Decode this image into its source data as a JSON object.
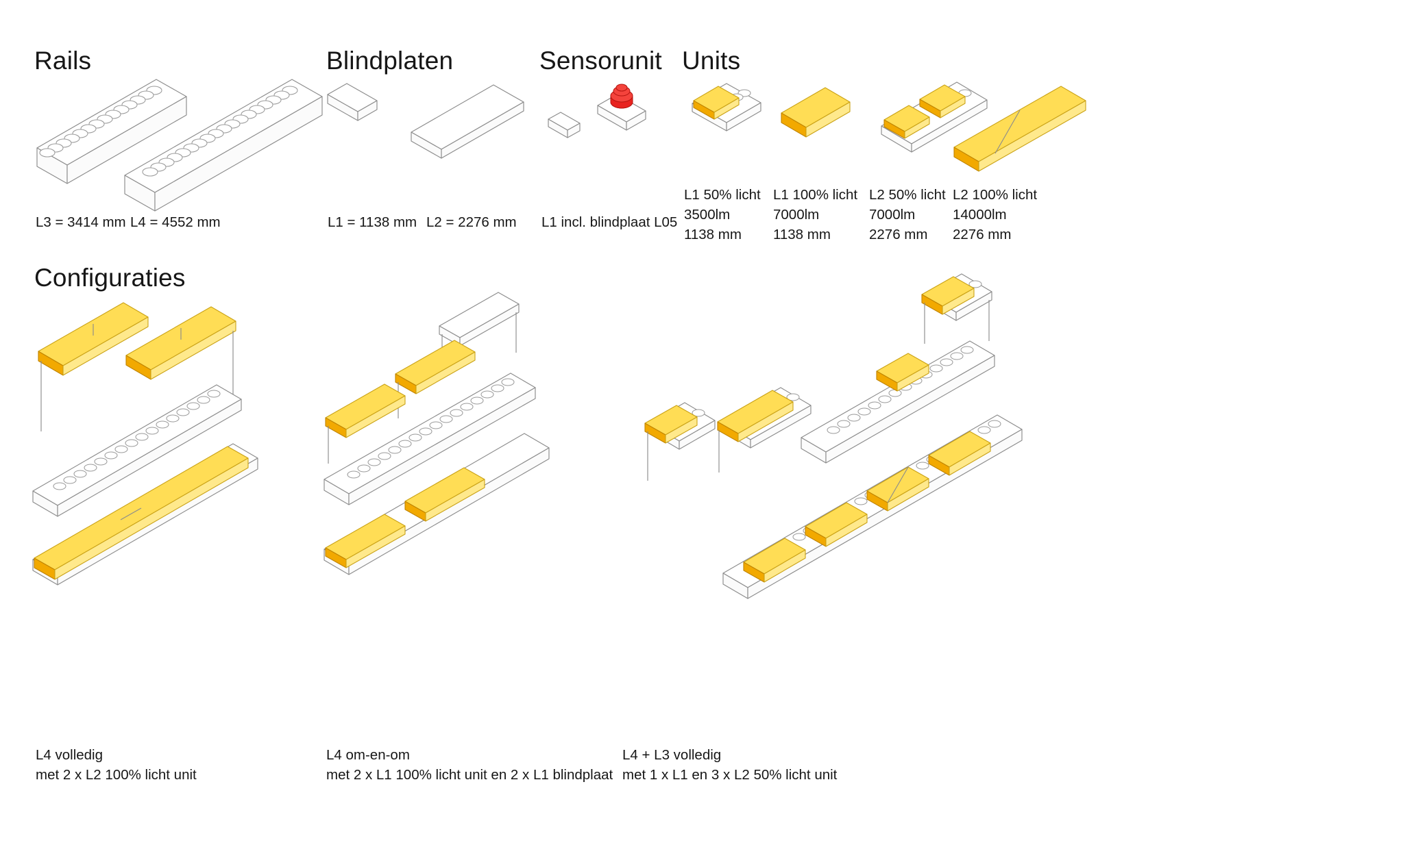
{
  "sections": {
    "rails": {
      "title": "Rails"
    },
    "blindplaten": {
      "title": "Blindplaten"
    },
    "sensorunit": {
      "title": "Sensorunit"
    },
    "units": {
      "title": "Units"
    },
    "configuraties": {
      "title": "Configuraties"
    }
  },
  "rails": {
    "items": [
      {
        "label": "L3 = 3414 mm",
        "code": "L3",
        "length_mm": 3414,
        "studs": 14
      },
      {
        "label": "L4 = 4552 mm",
        "code": "L4",
        "length_mm": 4552,
        "studs": 18
      }
    ]
  },
  "blindplaten": {
    "items": [
      {
        "label": "L1 = 1138 mm",
        "code": "L1",
        "length_mm": 1138
      },
      {
        "label": "L2 = 2276 mm",
        "code": "L2",
        "length_mm": 2276
      }
    ]
  },
  "sensorunit": {
    "items": [
      {
        "label": "L1 incl. blindplaat L05",
        "code": "L05"
      }
    ]
  },
  "units": {
    "items": [
      {
        "name": "L1 50% licht",
        "lumen": "3500lm",
        "length": "1138 mm",
        "mounted": true
      },
      {
        "name": "L1 100% licht",
        "lumen": "7000lm",
        "length": "1138 mm",
        "mounted": false
      },
      {
        "name": "L2 50% licht",
        "lumen": "7000lm",
        "length": "2276 mm",
        "mounted": true
      },
      {
        "name": "L2 100% licht",
        "lumen": "14000lm",
        "length": "2276 mm",
        "mounted": false
      }
    ]
  },
  "configuraties": {
    "items": [
      {
        "title": "L4 volledig",
        "detail": "met 2 x L2 100% licht unit"
      },
      {
        "title": "L4 om-en-om",
        "detail": "met 2 x L1 100% licht unit en 2 x L1 blindplaat"
      },
      {
        "title": "L4 + L3 volledig",
        "detail": "met 1 x L1 en 3 x L2 50% licht unit"
      }
    ]
  },
  "colors": {
    "light_unit_top": "#ffdd55",
    "light_unit_side": "#f2a900",
    "sensor_dome": "#e8231f",
    "outline": "#8c8c8c",
    "text": "#161616"
  }
}
